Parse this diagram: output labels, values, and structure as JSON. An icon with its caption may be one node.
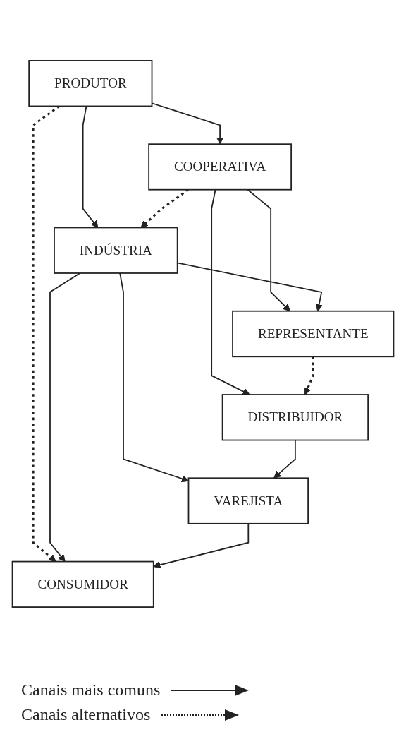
{
  "diagram": {
    "nodes": [
      {
        "text": [
          "PRODUTOR"
        ]
      },
      {
        "text": [
          "COOPERATIVA"
        ]
      },
      {
        "text": [
          "INDÚSTRIA"
        ]
      },
      {
        "text": [
          "REPRESENTANTE"
        ]
      },
      {
        "text": [
          "DISTRIBUIDOR"
        ]
      },
      {
        "text": [
          "VAREJISTA"
        ]
      },
      {
        "text": [
          "CONSUMIDOR"
        ]
      }
    ],
    "edges": [
      {
        "from": 0,
        "to": 1,
        "arrow": "to"
      },
      {
        "from": 0,
        "to": 2,
        "arrow": "to"
      },
      {
        "from": 0,
        "to": 6,
        "arrow": "to",
        "style": "dashed"
      },
      {
        "from": 1,
        "to": 2,
        "arrow": "to",
        "style": "dashed"
      },
      {
        "from": 1,
        "to": 3,
        "arrow": "to"
      },
      {
        "from": 1,
        "to": 4,
        "arrow": "to"
      },
      {
        "from": 2,
        "to": 3,
        "arrow": "to"
      },
      {
        "from": 2,
        "to": 5,
        "arrow": "to"
      },
      {
        "from": 2,
        "to": 6,
        "arrow": "to"
      },
      {
        "from": 3,
        "to": 4,
        "arrow": "to",
        "style": "dashed"
      },
      {
        "from": 4,
        "to": 5,
        "arrow": "to"
      },
      {
        "from": 5,
        "to": 6,
        "arrow": "to"
      }
    ],
    "legend": [
      {
        "text": "Canais mais comuns"
      },
      {
        "text": "Canais alternativos"
      }
    ]
  }
}
